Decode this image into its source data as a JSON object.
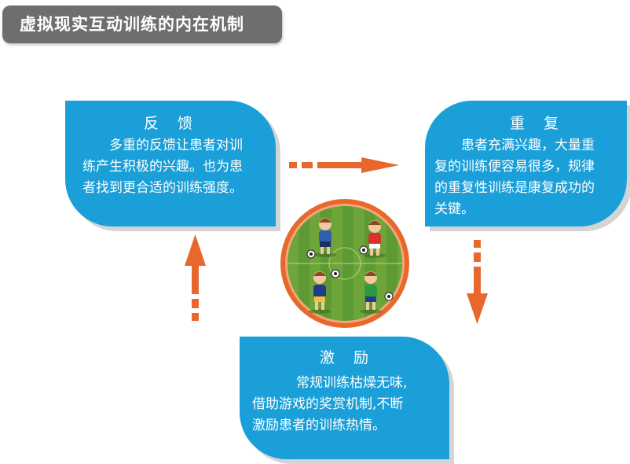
{
  "header": {
    "title": "虚拟现实互动训练的内在机制"
  },
  "cards": {
    "feedback": {
      "title": "反 馈",
      "lines": [
        "多重的反馈让患者对训",
        "练产生积极的兴趣。也为患",
        "者找到更合适的训练强度。"
      ]
    },
    "repeat": {
      "title": "重 复",
      "lines": [
        "患者充满兴趣，大量重",
        "复的训练便容易很多，规律",
        "的重复性训练是康复成功的",
        "关键。"
      ]
    },
    "motivate": {
      "title": "激 励",
      "lines": [
        "常规训练枯燥无味,",
        "借助游戏的奖赏机制,不断",
        "激励患者的训练热情。"
      ]
    }
  },
  "colors": {
    "card": "#1a9fd8",
    "arrow": "#e8672d",
    "circle_ring": "#e8672d",
    "field_light": "#6ea53a",
    "field_dark": "#4f8a2b",
    "title_bg": "#6e6e70"
  },
  "center_image": {
    "icon": "children-playing-soccer-icon"
  }
}
